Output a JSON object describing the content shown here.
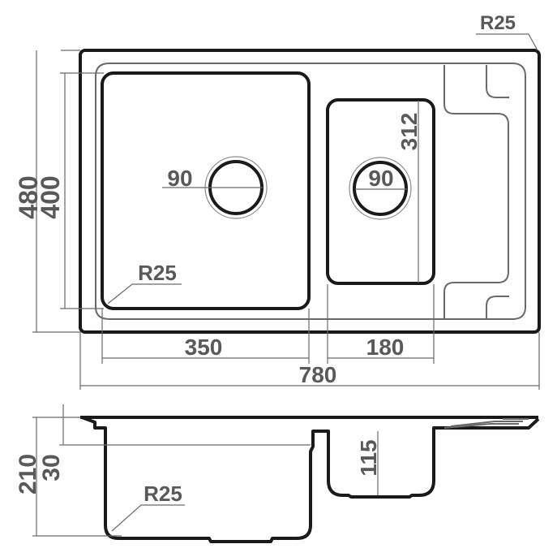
{
  "drawing": {
    "top_view": {
      "corner_radius": "R25",
      "overall_length": "780",
      "overall_width": "480",
      "main_bowl_length": "350",
      "main_bowl_width": "400",
      "main_bowl_radius": "R25",
      "main_drain": "90",
      "small_bowl_length": "180",
      "small_bowl_width": "312",
      "small_drain": "90"
    },
    "section_view": {
      "total_depth": "210",
      "rim_offset": "30",
      "small_bowl_depth": "115",
      "bowl_radius": "R25"
    }
  }
}
